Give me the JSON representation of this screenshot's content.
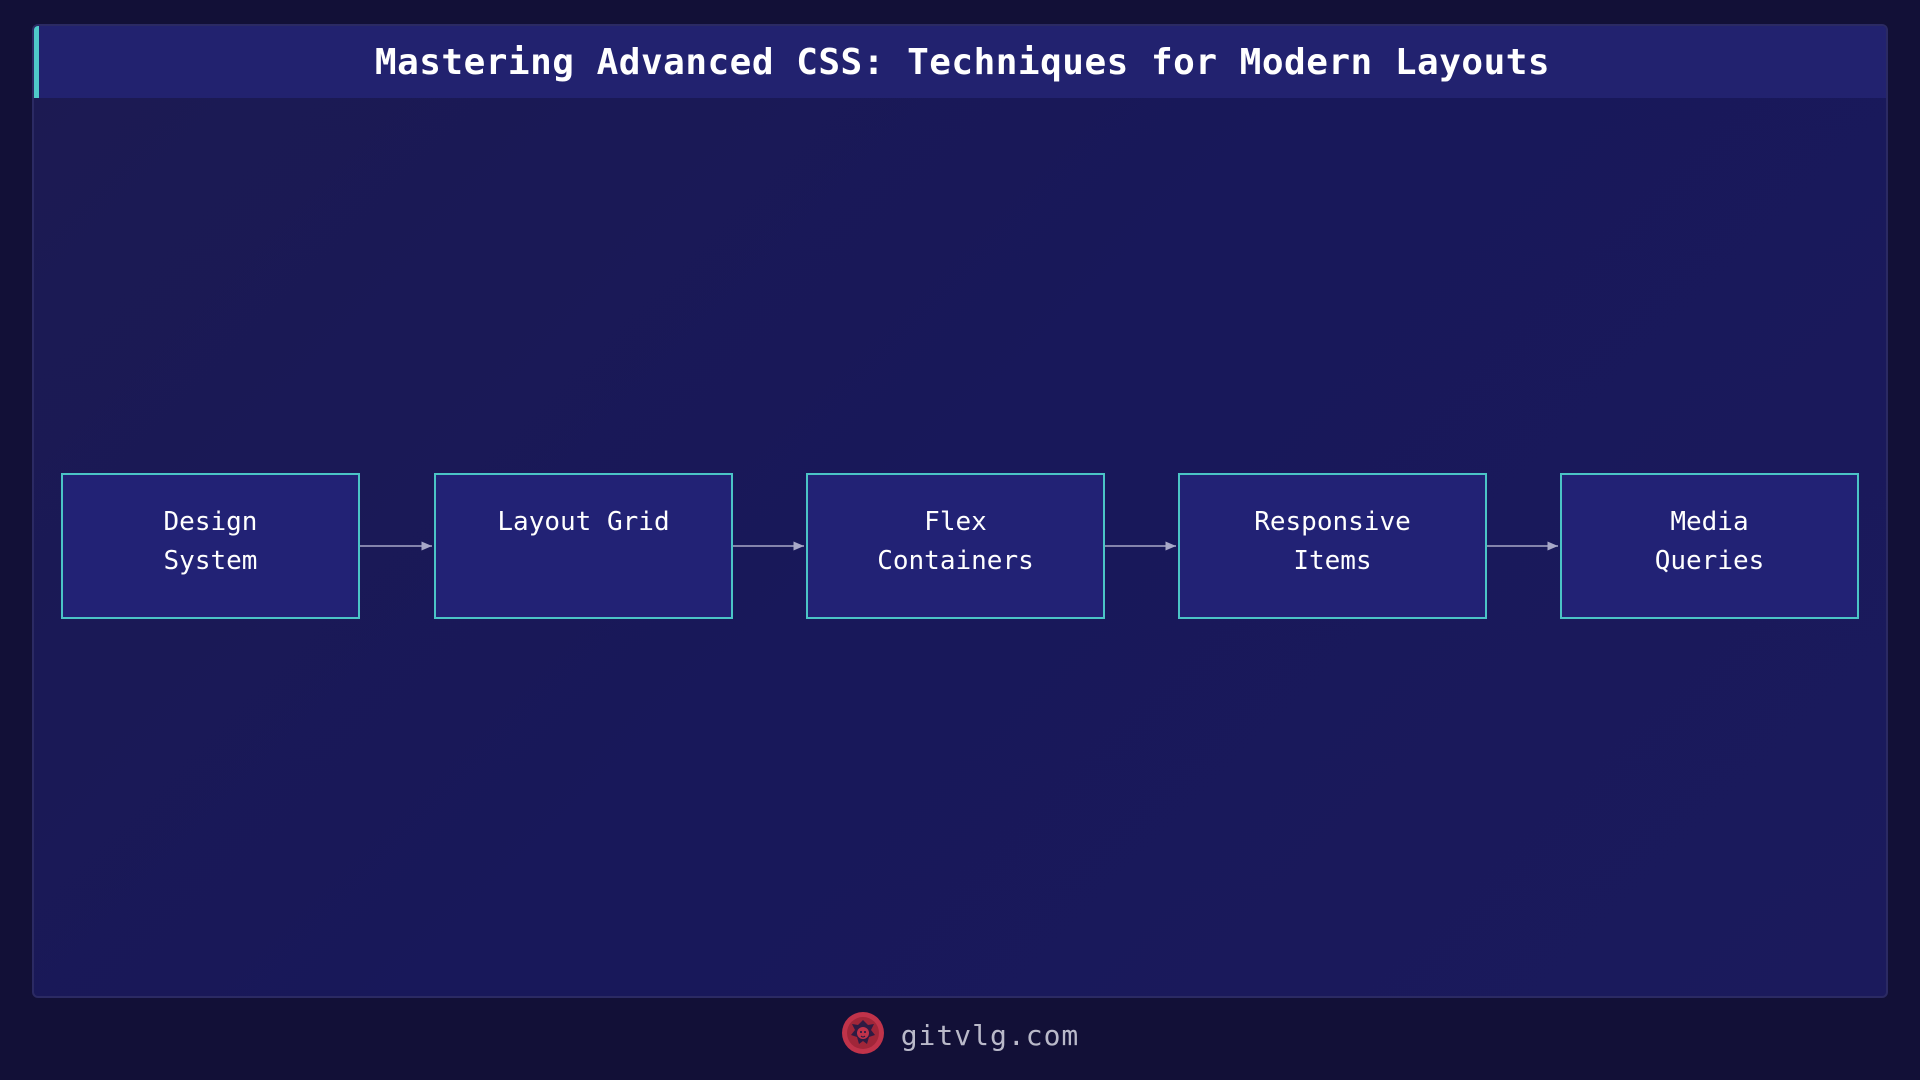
{
  "title": "Mastering Advanced CSS: Techniques for Modern Layouts",
  "nodes": [
    {
      "label": "Design\nSystem"
    },
    {
      "label": "Layout Grid"
    },
    {
      "label": "Flex\nContainers"
    },
    {
      "label": "Responsive\nItems"
    },
    {
      "label": "Media\nQueries"
    }
  ],
  "footer": {
    "site": "gitvlg.com",
    "logo_icon": "lion-head-icon"
  },
  "colors": {
    "background": "#121037",
    "panel": "#1b1a57",
    "title_bar": "#22226f",
    "accent": "#4fc9c9",
    "node_fill": "#222275",
    "node_border": "#4bc4c6",
    "arrow": "#a8a8c8",
    "logo": "#c0334a"
  }
}
